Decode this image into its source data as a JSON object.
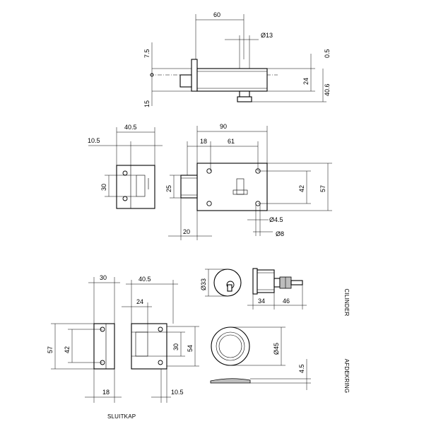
{
  "top_view": {
    "dim_width": "60",
    "dim_hole": "Ø13",
    "dim_top_offset": "7.5",
    "dim_bottom_offset": "15",
    "dim_right_top": "0.5",
    "dim_height": "24",
    "dim_total": "40.6"
  },
  "front_view": {
    "dim_keeper_width": "40.5",
    "dim_keeper_offset": "10.5",
    "dim_keeper_height": "30",
    "dim_lock_width": "90",
    "dim_lock_inner": "18",
    "dim_lock_span": "61",
    "dim_bolt_height": "25",
    "dim_hole_span": "42",
    "dim_lock_height": "57",
    "dim_screw_hole": "Ø4.5",
    "dim_cyl_hole": "Ø8",
    "dim_bolt_length": "20"
  },
  "sluitkap_view": {
    "caption": "SLUITKAP",
    "dim_plate_width": "30",
    "dim_box_width": "40.5",
    "dim_box_inner": "24",
    "dim_plate_height": "57",
    "dim_plate_holes": "42",
    "dim_box_slot": "30",
    "dim_box_height": "54",
    "dim_plate_bottom": "18",
    "dim_box_bottom": "10.5"
  },
  "cilinder_view": {
    "caption": "CILINDER",
    "dim_diameter": "Ø33",
    "dim_body": "34",
    "dim_length": "46"
  },
  "afdekring_view": {
    "caption": "AFDEKRING",
    "dim_diameter": "Ø45",
    "dim_thickness": "4.5"
  }
}
